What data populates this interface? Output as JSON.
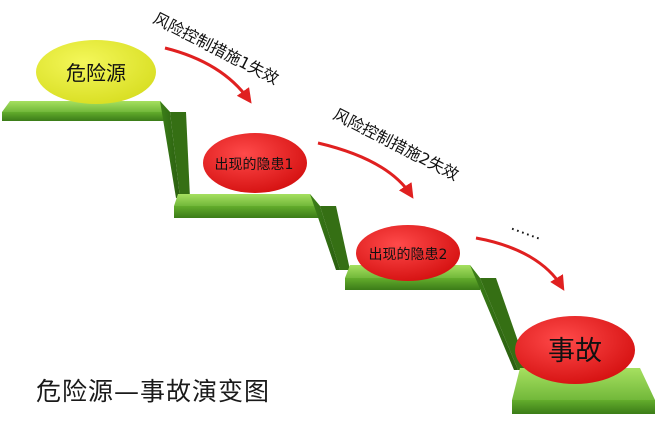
{
  "diagram": {
    "nodes": {
      "source": "危险源",
      "hazard1": "出现的隐患1",
      "hazard2": "出现的隐患2",
      "accident": "事故"
    },
    "transitions": {
      "fail1": "风险控制措施1失效",
      "fail2": "风险控制措施2失效",
      "continuation": "……"
    },
    "caption": "危险源—事故演变图"
  },
  "colors": {
    "step_top": "#8fd14a",
    "step_front": "#4f9a22",
    "step_dark": "#2f6b12",
    "source_node": "#e7ec35",
    "hazard_node": "#e5191b",
    "arrow": "#e02020"
  }
}
